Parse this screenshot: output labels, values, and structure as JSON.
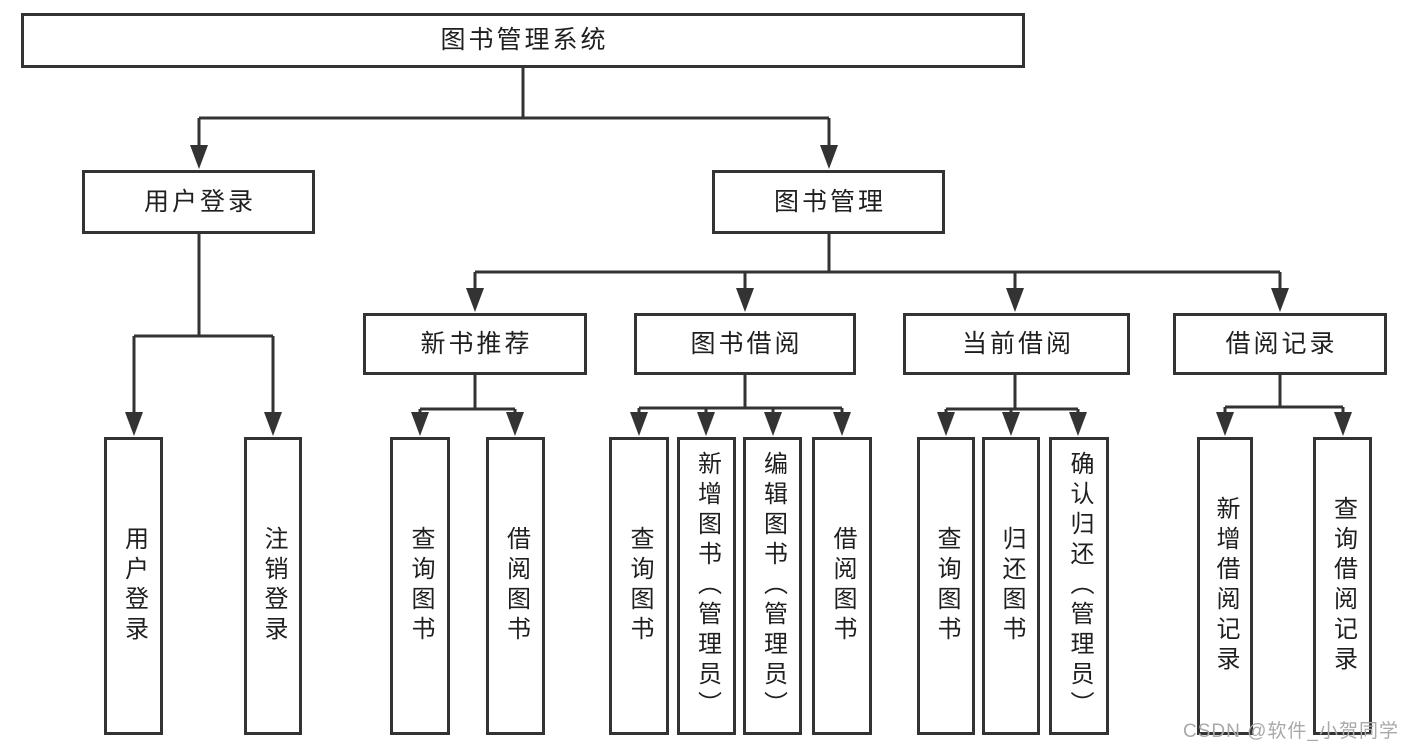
{
  "diagram": {
    "root": {
      "label": "图书管理系统"
    },
    "branches": [
      {
        "label": "用户登录",
        "children": [
          {
            "label": "用户登录"
          },
          {
            "label": "注销登录"
          }
        ]
      },
      {
        "label": "图书管理",
        "children": [
          {
            "label": "新书推荐",
            "children": [
              {
                "label": "查询图书"
              },
              {
                "label": "借阅图书"
              }
            ]
          },
          {
            "label": "图书借阅",
            "children": [
              {
                "label": "查询图书"
              },
              {
                "label": "新增图书（管理员）"
              },
              {
                "label": "编辑图书（管理员）"
              },
              {
                "label": "借阅图书"
              }
            ]
          },
          {
            "label": "当前借阅",
            "children": [
              {
                "label": "查询图书"
              },
              {
                "label": "归还图书"
              },
              {
                "label": "确认归还（管理员）"
              }
            ]
          },
          {
            "label": "借阅记录",
            "children": [
              {
                "label": "新增借阅记录"
              },
              {
                "label": "查询借阅记录"
              }
            ]
          }
        ]
      }
    ],
    "watermark": "CSDN @软件_小贺同学",
    "colors": {
      "line": "#333333",
      "box_border": "#333333",
      "box_background": "#ffffff",
      "text": "#1f1f1f",
      "watermark_text": "#a9a9a9"
    }
  }
}
